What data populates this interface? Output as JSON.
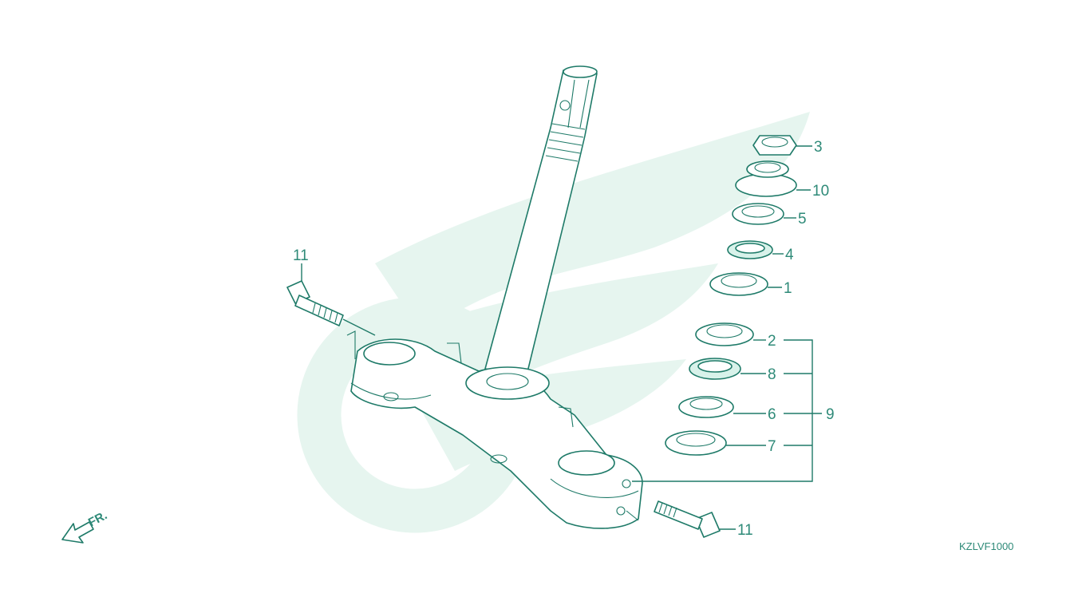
{
  "diagram": {
    "drawing_code": "KZLVF1000",
    "front_marker": {
      "label": "FR.",
      "icon": "arrow-down-left-icon"
    },
    "brand_watermark": {
      "icon": "wing-watermark",
      "color": "#e6f5ef"
    },
    "colors": {
      "line": "#1e7a68",
      "text": "#2e8a78",
      "fill": "#d8f2ea"
    },
    "callouts": [
      {
        "id": "c3",
        "label": "3"
      },
      {
        "id": "c10",
        "label": "10"
      },
      {
        "id": "c5",
        "label": "5"
      },
      {
        "id": "c4",
        "label": "4"
      },
      {
        "id": "c1",
        "label": "1"
      },
      {
        "id": "c2",
        "label": "2"
      },
      {
        "id": "c8",
        "label": "8"
      },
      {
        "id": "c6",
        "label": "6"
      },
      {
        "id": "c7",
        "label": "7"
      },
      {
        "id": "c9",
        "label": "9"
      },
      {
        "id": "c11a",
        "label": "11"
      },
      {
        "id": "c11b",
        "label": "11"
      }
    ]
  }
}
